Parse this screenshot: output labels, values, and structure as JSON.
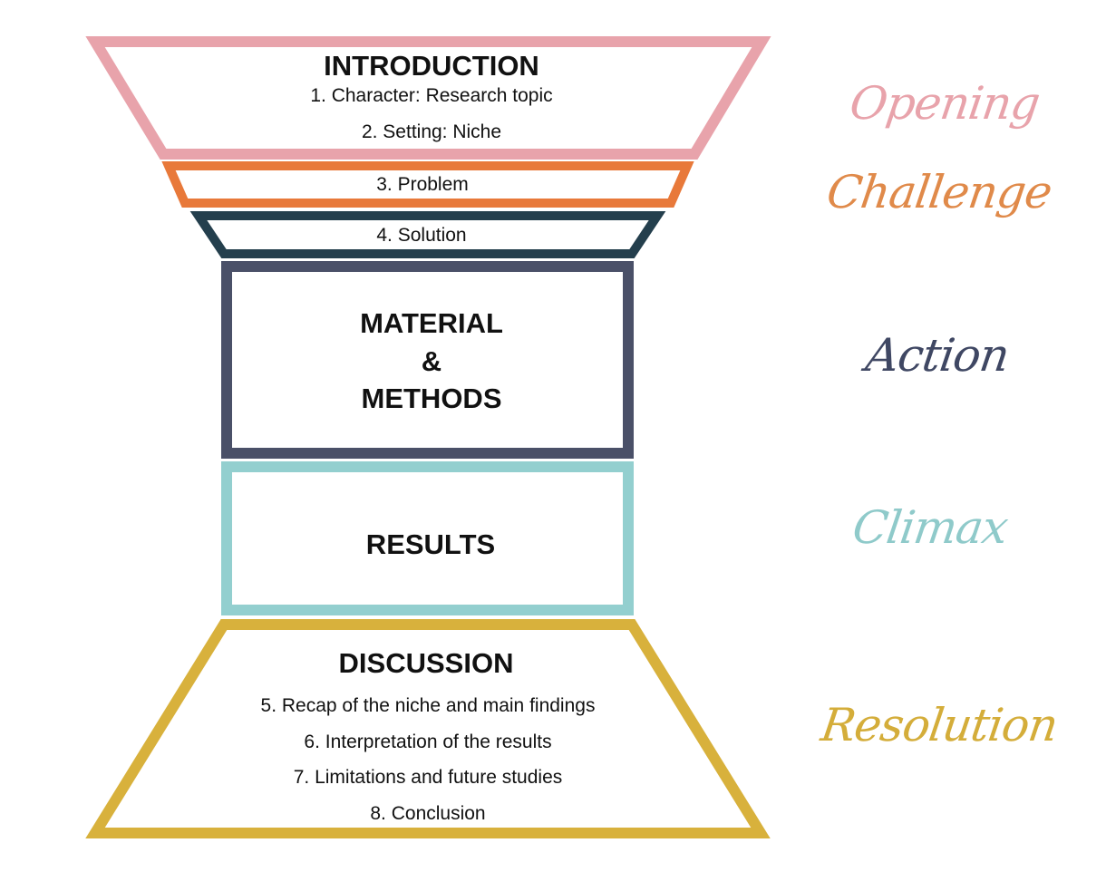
{
  "sections": {
    "introduction": {
      "title": "INTRODUCTION",
      "items": [
        "1. Character: Research topic",
        "2. Setting: Niche"
      ],
      "color": "#e8a3ab"
    },
    "problem": {
      "item": "3. Problem",
      "color": "#e8793a"
    },
    "solution": {
      "item": "4. Solution",
      "color": "#243f4d"
    },
    "methods": {
      "title_lines": [
        "MATERIAL",
        "&",
        "METHODS"
      ],
      "color": "#4a5068"
    },
    "results": {
      "title": "RESULTS",
      "color": "#93cfcf"
    },
    "discussion": {
      "title": "DISCUSSION",
      "items": [
        "5. Recap of the niche and main findings",
        "6. Interpretation of the results",
        "7. Limitations and future studies",
        "8. Conclusion"
      ],
      "color": "#d8b13c"
    }
  },
  "stages": [
    {
      "label": "Opening",
      "color": "#e8a3ab"
    },
    {
      "label": "Challenge",
      "color": "#e08a4a"
    },
    {
      "label": "Action",
      "color": "#3f4763"
    },
    {
      "label": "Climax",
      "color": "#8fcaca"
    },
    {
      "label": "Resolution",
      "color": "#d4ad3a"
    }
  ]
}
